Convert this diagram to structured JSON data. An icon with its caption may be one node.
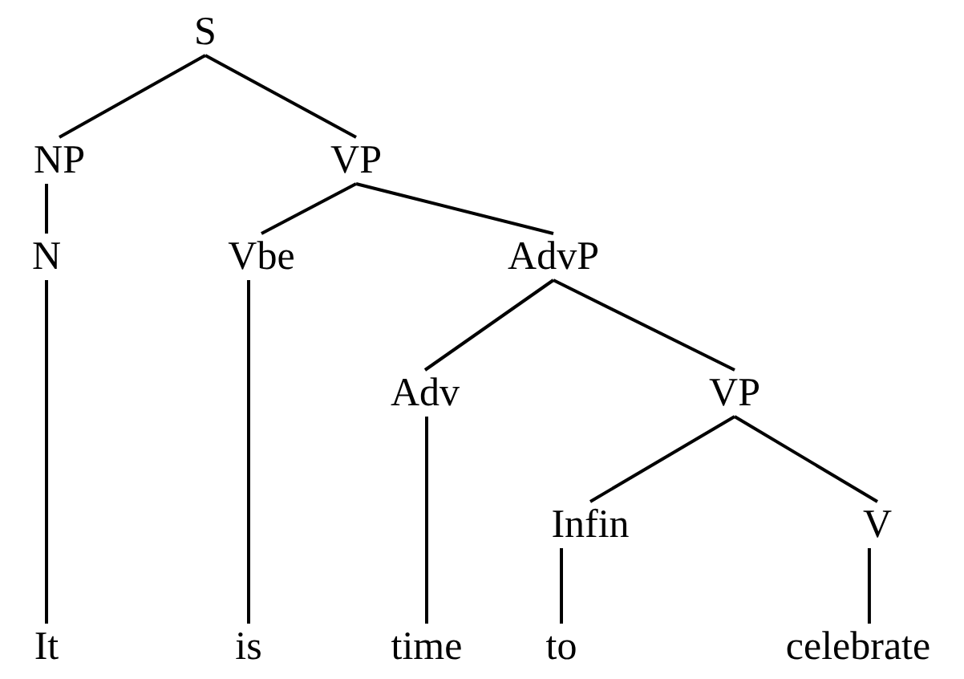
{
  "diagram": {
    "nodes": [
      {
        "text": [
          "S"
        ]
      },
      {
        "text": [
          "NP"
        ]
      },
      {
        "text": [
          "VP"
        ]
      },
      {
        "text": [
          "N"
        ]
      },
      {
        "text": [
          "Vbe"
        ]
      },
      {
        "text": [
          "AdvP"
        ]
      },
      {
        "text": [
          "Adv"
        ]
      },
      {
        "text": [
          "VP"
        ]
      },
      {
        "text": [
          "Infin"
        ]
      },
      {
        "text": [
          "V"
        ]
      },
      {
        "text": [
          "It"
        ]
      },
      {
        "text": [
          "is"
        ]
      },
      {
        "text": [
          "time"
        ]
      },
      {
        "text": [
          "to"
        ]
      },
      {
        "text": [
          "celebrate"
        ]
      }
    ],
    "edges": [
      {
        "from": 0,
        "to": 1,
        "arrow": "none"
      },
      {
        "from": 0,
        "to": 2,
        "arrow": "none"
      },
      {
        "from": 1,
        "to": 3,
        "arrow": "none"
      },
      {
        "from": 2,
        "to": 4,
        "arrow": "none"
      },
      {
        "from": 2,
        "to": 5,
        "arrow": "none"
      },
      {
        "from": 3,
        "to": 10,
        "arrow": "none"
      },
      {
        "from": 4,
        "to": 11,
        "arrow": "none"
      },
      {
        "from": 5,
        "to": 6,
        "arrow": "none"
      },
      {
        "from": 5,
        "to": 7,
        "arrow": "none"
      },
      {
        "from": 6,
        "to": 12,
        "arrow": "none"
      },
      {
        "from": 7,
        "to": 8,
        "arrow": "none"
      },
      {
        "from": 7,
        "to": 9,
        "arrow": "none"
      },
      {
        "from": 8,
        "to": 13,
        "arrow": "none"
      },
      {
        "from": 9,
        "to": 14,
        "arrow": "none"
      }
    ]
  }
}
